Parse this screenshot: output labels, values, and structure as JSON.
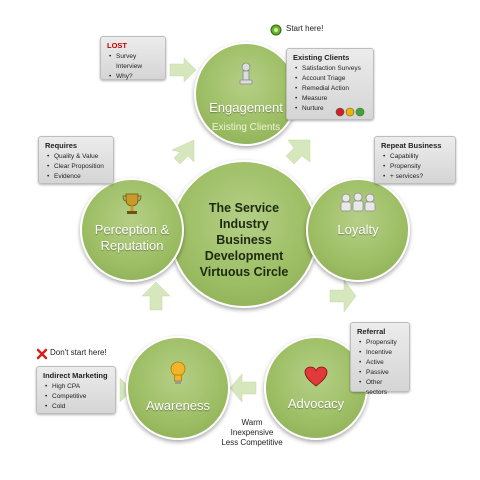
{
  "center": {
    "lines": [
      "The Service",
      "Industry",
      "Business",
      "Development",
      "Virtuous Circle"
    ]
  },
  "stages": {
    "engagement": {
      "label": "Engagement",
      "sub": "Existing Clients"
    },
    "loyalty": {
      "label": "Loyalty"
    },
    "advocacy": {
      "label": "Advocacy"
    },
    "awareness": {
      "label": "Awareness"
    },
    "perception": {
      "label_line1": "Perception &",
      "label_line2": "Reputation"
    }
  },
  "start_here": "Start here!",
  "dont_start_here": "Don't start here!",
  "warm_note": [
    "Warm",
    "Inexpensive",
    "Less Competitive"
  ],
  "boxes": {
    "lost": {
      "title": "LOST",
      "items": [
        "Survey Interview",
        "Why?"
      ]
    },
    "existing": {
      "title": "Existing Clients",
      "items": [
        "Satisfaction Surveys",
        "Account Triage",
        "Remedial Action",
        "Measure",
        "Nurture"
      ]
    },
    "repeat": {
      "title": "Repeat Business",
      "items": [
        "Capability",
        "Propensity",
        "+ services?"
      ]
    },
    "referral": {
      "title": "Referral",
      "items": [
        "Propensity",
        "Incentive",
        "Active",
        "Passive",
        "Other sectors"
      ]
    },
    "requires": {
      "title": "Requires",
      "items": [
        "Quality & Value",
        "Clear Proposition",
        "Evidence"
      ]
    },
    "indirect": {
      "title": "Indirect Marketing",
      "items": [
        "High CPA",
        "Competitive",
        "Cold"
      ]
    }
  },
  "colors": {
    "circle": "#9cbd63",
    "lost_title": "#cc0000",
    "arrow": "#d6e6bd",
    "traffic_red": "#d21f1f",
    "traffic_amber": "#f0b400",
    "traffic_green": "#3fa82e"
  },
  "icons": [
    "pawn-icon",
    "trophy-icon",
    "people-group-icon",
    "lightbulb-icon",
    "heart-icon",
    "start-circle-icon",
    "cross-icon"
  ]
}
